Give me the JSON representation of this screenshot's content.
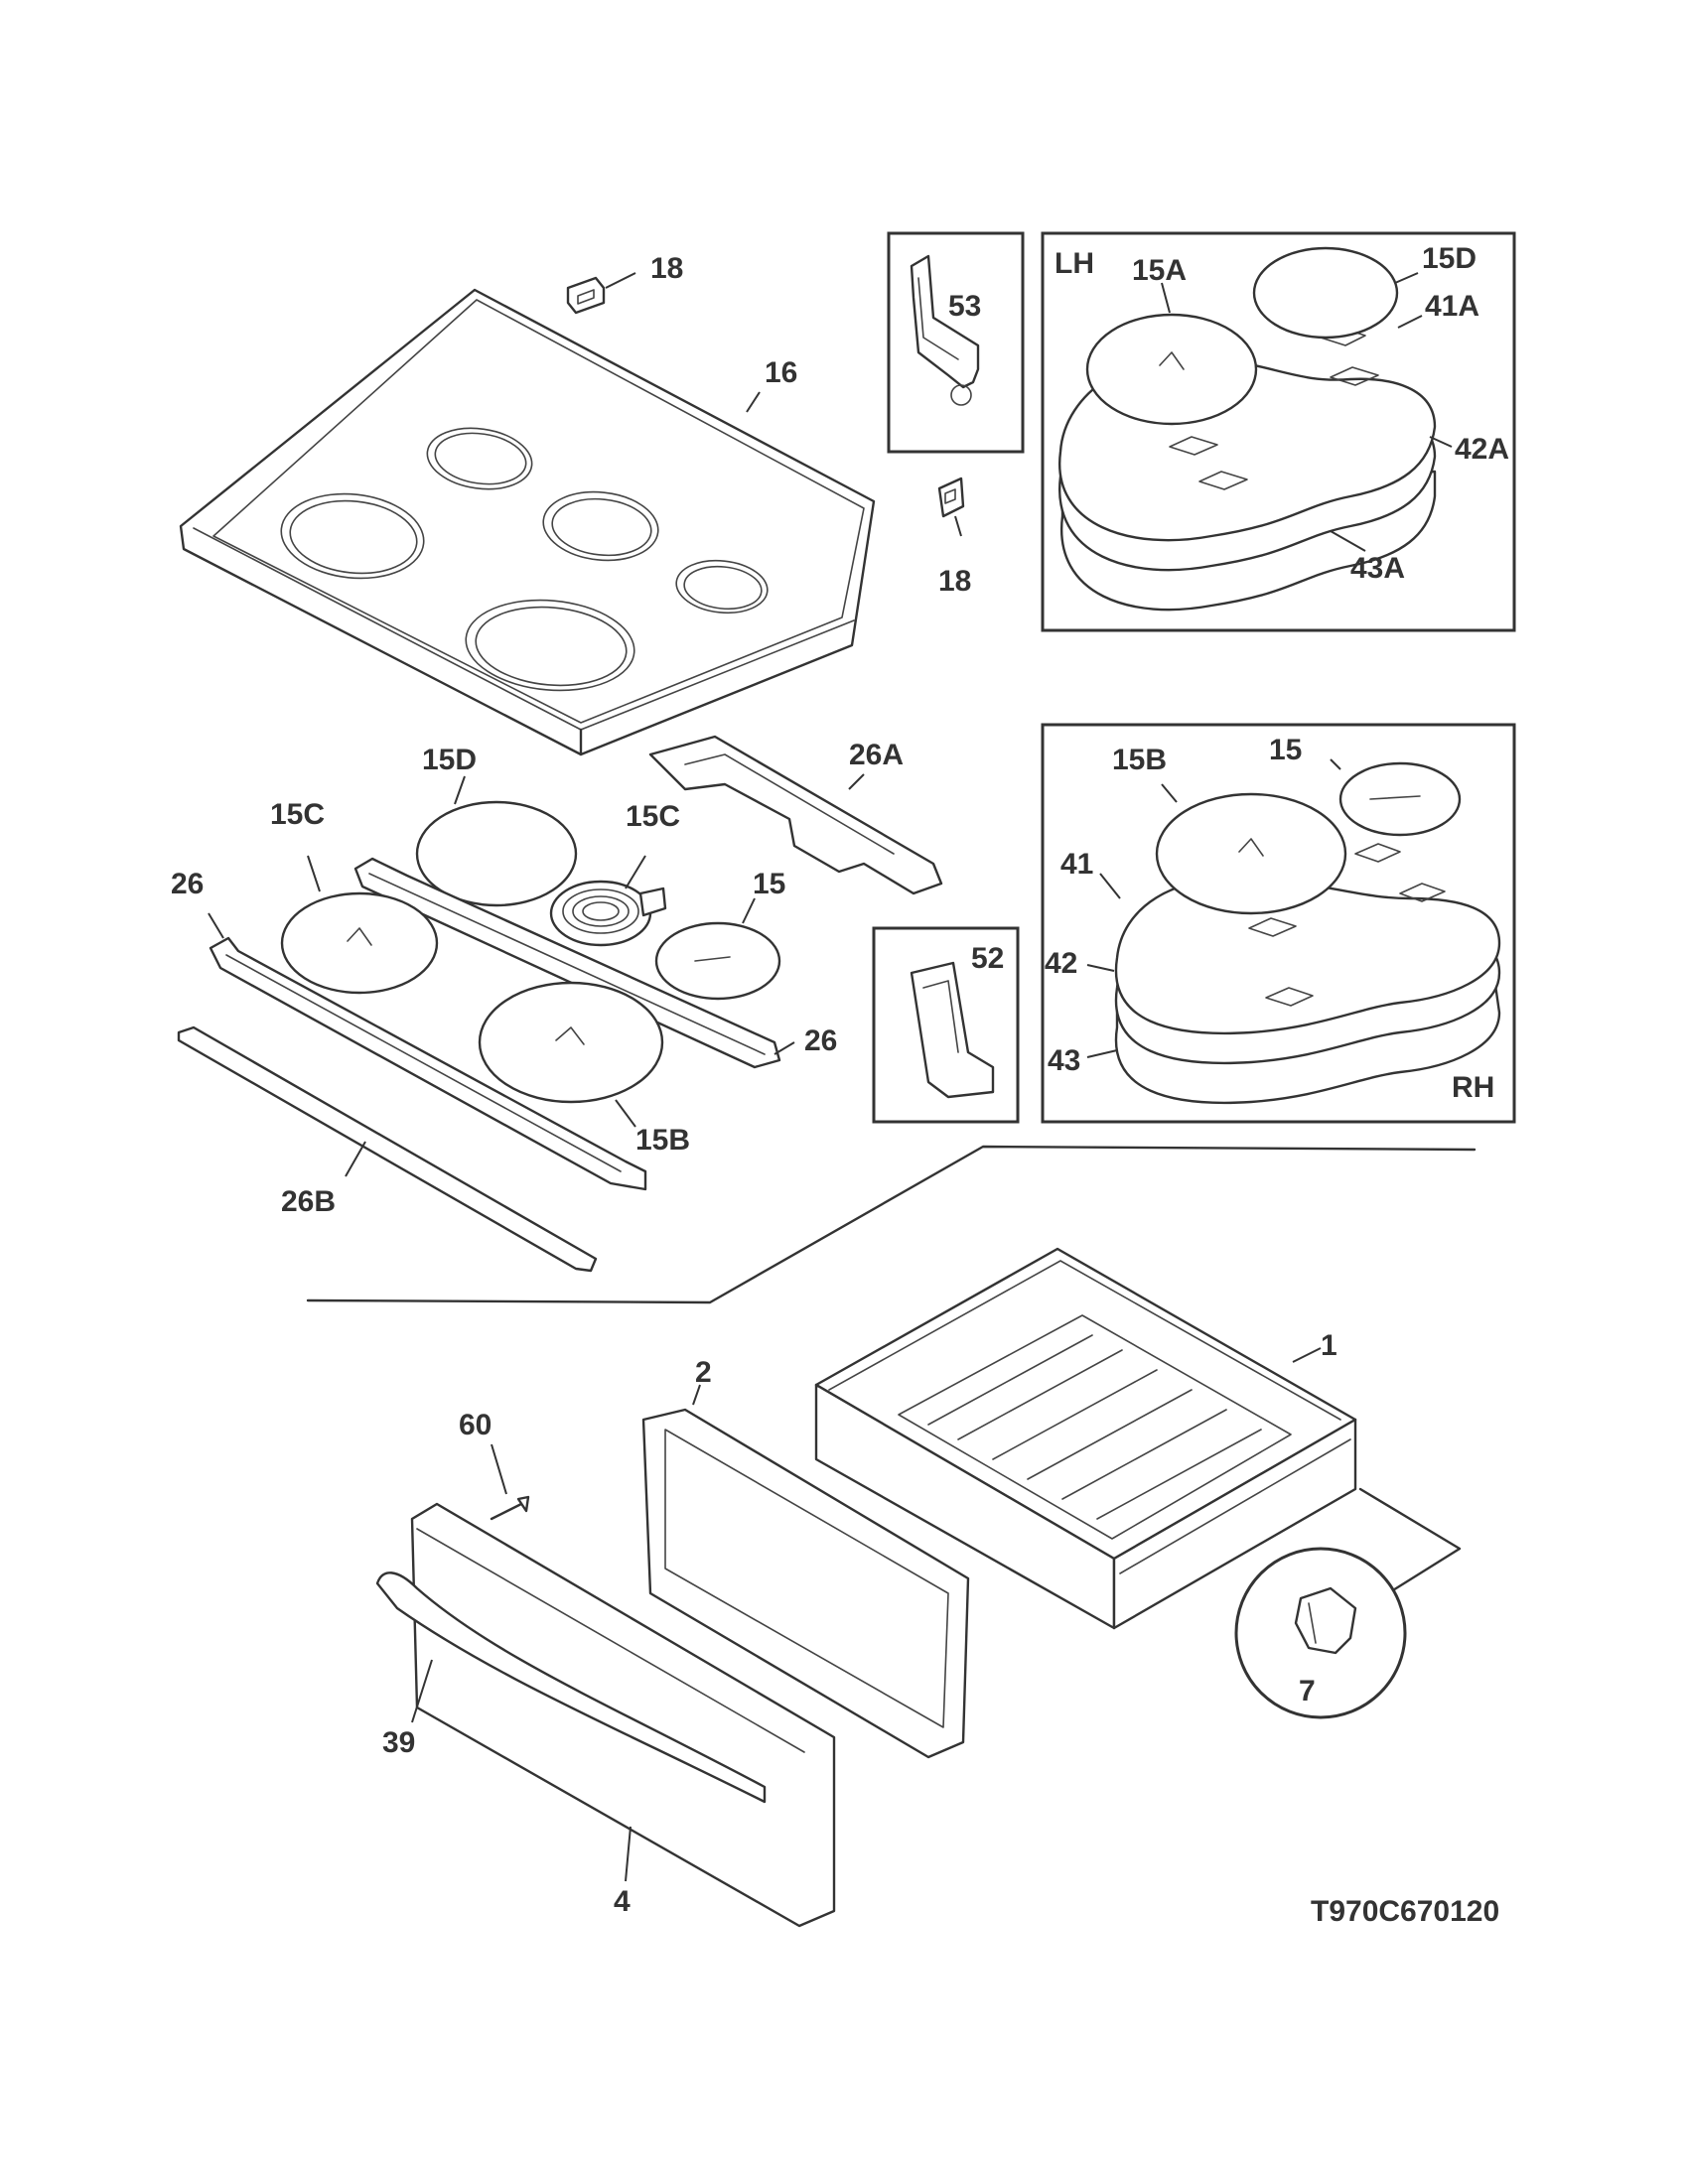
{
  "labels": {
    "p18a": "18",
    "p16": "16",
    "p18b": "18",
    "p53": "53",
    "lh": "LH",
    "p15a": "15A",
    "p15d_lh": "15D",
    "p41a": "41A",
    "p42a": "42A",
    "p43a": "43A",
    "p26a": "26A",
    "p15d": "15D",
    "p15c_a": "15C",
    "p15c_b": "15C",
    "p26_a": "26",
    "p15": "15",
    "p26_b": "26",
    "p15b": "15B",
    "p26b": "26B",
    "p52": "52",
    "p15b_rh": "15B",
    "p15_rh": "15",
    "p41": "41",
    "p42": "42",
    "p43": "43",
    "rh": "RH",
    "p1": "1",
    "p2": "2",
    "p60": "60",
    "p39": "39",
    "p4": "4",
    "p7": "7"
  },
  "diagram_code": "T970C670120"
}
